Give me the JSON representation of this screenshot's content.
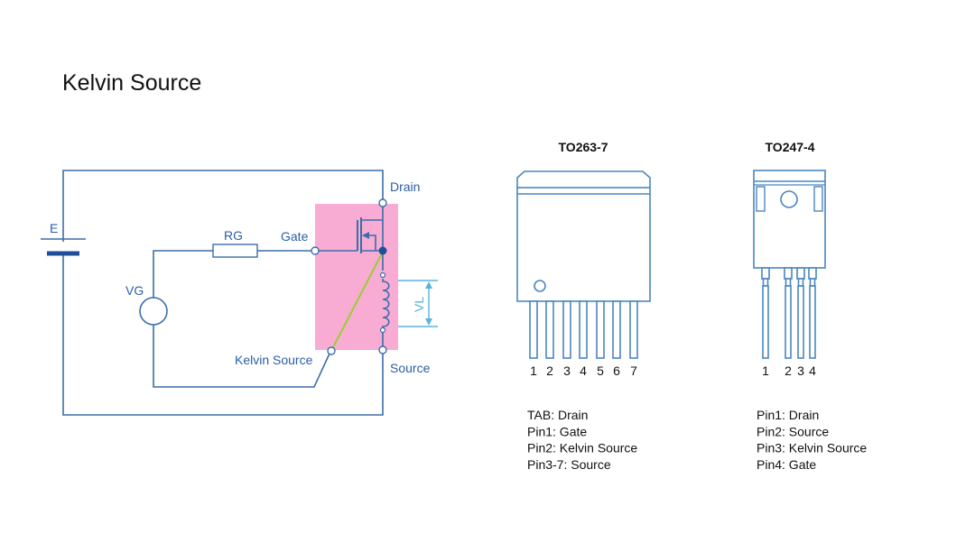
{
  "title": "Kelvin Source",
  "colors": {
    "wire": "#3a6ea8",
    "label": "#2a5ea8",
    "highlight": "#f8acd4",
    "kelvin_line": "#9acd32",
    "vl_arrow": "#58b4e0",
    "package_outline": "#4a86c0"
  },
  "circuit": {
    "labels": {
      "battery": "E",
      "resistor": "RG",
      "gate": "Gate",
      "drain": "Drain",
      "source": "Source",
      "kelvin": "Kelvin Source",
      "vg": "VG",
      "vl": "VL"
    }
  },
  "packages": [
    {
      "name": "TO263-7",
      "pin_numbers": [
        "1",
        "2",
        "3",
        "4",
        "5",
        "6",
        "7"
      ],
      "pinout": [
        "TAB: Drain",
        "Pin1: Gate",
        "Pin2: Kelvin Source",
        "Pin3-7: Source"
      ]
    },
    {
      "name": "TO247-4",
      "pin_numbers": [
        "1",
        "2",
        "3",
        "4"
      ],
      "pinout": [
        "Pin1: Drain",
        "Pin2: Source",
        "Pin3: Kelvin Source",
        "Pin4: Gate"
      ]
    }
  ]
}
